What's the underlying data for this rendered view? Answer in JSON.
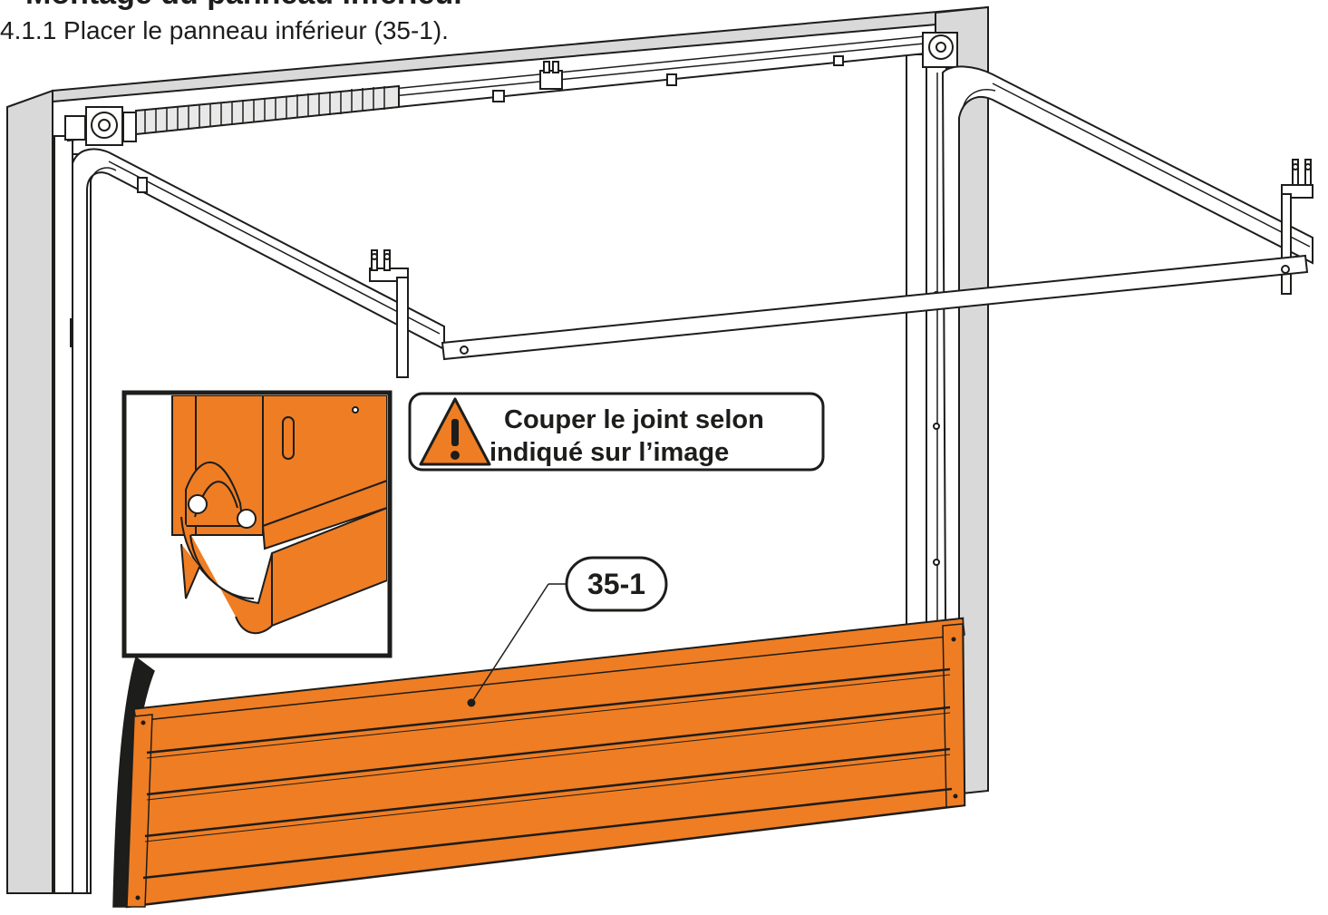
{
  "document": {
    "heading": "Montage du panneau inférieur",
    "step": "4.1.1 Placer le panneau inférieur (35-1)."
  },
  "warning": {
    "icon": "warning-triangle-icon",
    "line1": "Couper le joint selon",
    "line2": "indiqué sur l’image"
  },
  "callout": {
    "label": "35-1"
  },
  "colors": {
    "panel": "#ef7d23",
    "wall": "#d9d9d9",
    "outline": "#1d1d1b",
    "rail": "#ffffff"
  }
}
